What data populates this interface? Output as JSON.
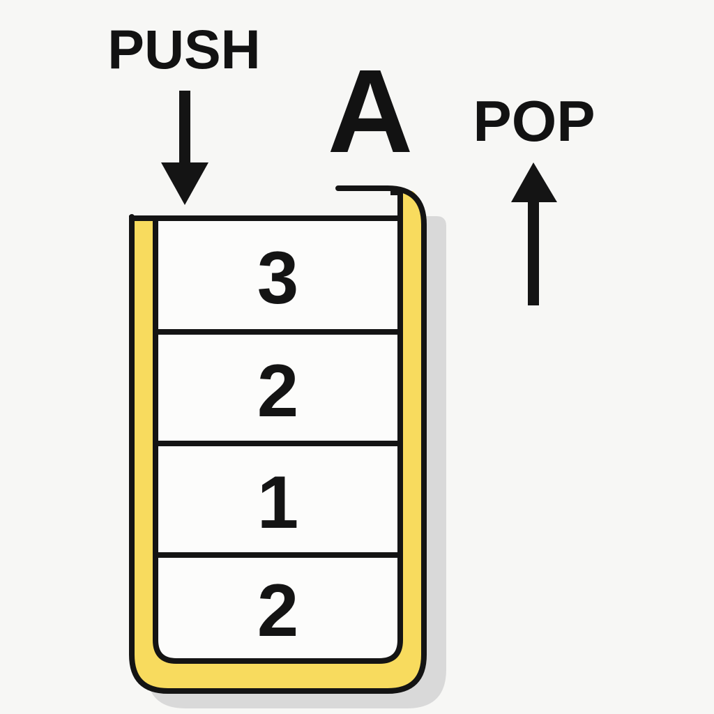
{
  "labels": {
    "push": "PUSH",
    "operand": "A",
    "pop": "POP"
  },
  "stack": {
    "values": [
      "3",
      "2",
      "1",
      "2"
    ]
  },
  "icons": {
    "push_arrow": "down-arrow-icon",
    "pop_arrow": "up-arrow-icon"
  },
  "colors": {
    "background": "#F7F7F5",
    "container_yellow": "#F8DB5E",
    "outline_black": "#141414",
    "shadow_gray": "#D9D9D9",
    "cell_white": "#FCFCFB",
    "text_black": "#121212"
  }
}
